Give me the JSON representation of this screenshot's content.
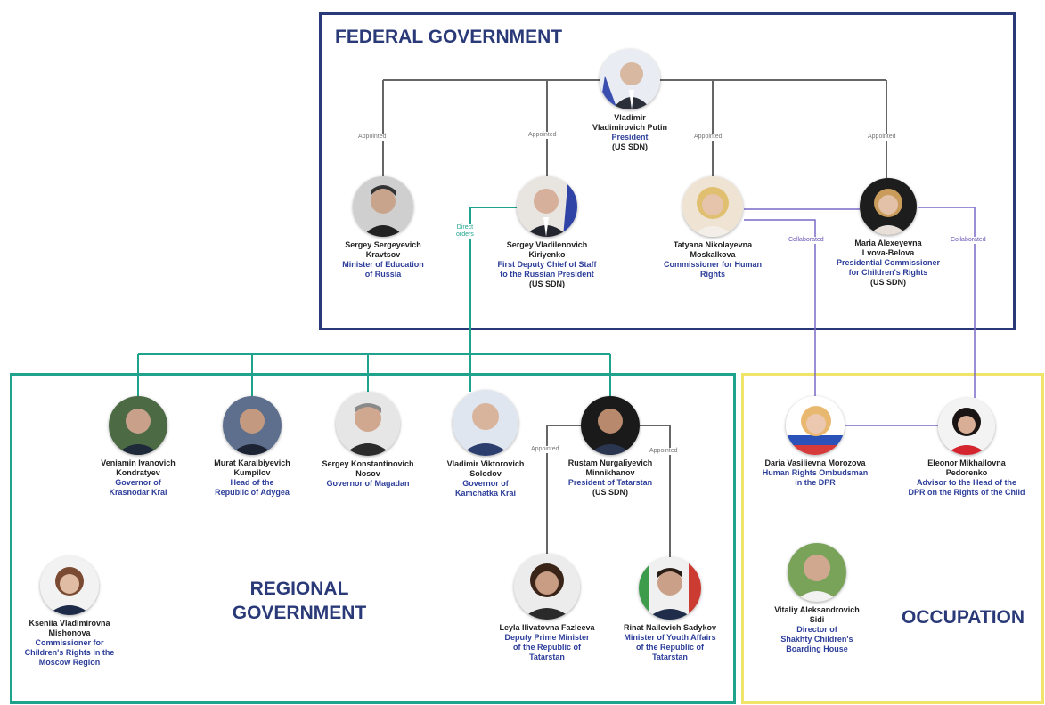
{
  "sections": {
    "federal": "FEDERAL GOVERNMENT",
    "regional": "REGIONAL\nGOVERNMENT",
    "occupation": "OCCUPATION"
  },
  "edge_labels": {
    "appointed": "Appointed",
    "collaborated": "Collaborated",
    "direct_orders": "Direct\norders"
  },
  "colors": {
    "federal_border": "#2a3a78",
    "regional_border": "#1fa38c",
    "occupation_border": "#f1e46a",
    "collab_line": "#7a68c6",
    "hierarchy_line": "#666666",
    "role_text": "#2d3e9a"
  },
  "people": {
    "putin": {
      "name": "Vladimir\nVladimirovich Putin",
      "role": "President",
      "sanction": "(US SDN)"
    },
    "kravtsov": {
      "name": "Sergey Sergeyevich\nKravtsov",
      "role": "Minister of Education\nof Russia",
      "sanction": ""
    },
    "kiriyenko": {
      "name": "Sergey Vladilenovich\nKiriyenko",
      "role": "First Deputy Chief of Staff\nto the Russian President",
      "sanction": "(US SDN)"
    },
    "moskalkova": {
      "name": "Tatyana Nikolayevna\nMoskalkova",
      "role": "Commissioner for Human\nRights",
      "sanction": ""
    },
    "lvova_belova": {
      "name": "Maria Alexeyevna\nLvova-Belova",
      "role": "Presidential Commissioner\nfor Children's Rights",
      "sanction": "(US SDN)"
    },
    "kondratyev": {
      "name": "Veniamin Ivanovich\nKondratyev",
      "role": "Governor of\nKrasnodar Krai",
      "sanction": ""
    },
    "kumpilov": {
      "name": "Murat Karalbiyevich\nKumpilov",
      "role": "Head of the\nRepublic of Adygea",
      "sanction": ""
    },
    "nosov": {
      "name": "Sergey Konstantinovich\nNosov",
      "role": "Governor of Magadan",
      "sanction": ""
    },
    "solodov": {
      "name": "Vladimir Viktorovich\nSolodov",
      "role": "Governor of\nKamchatka Krai",
      "sanction": ""
    },
    "minnikhanov": {
      "name": "Rustam Nurgalіyevich\nMinnikhanov",
      "role": "President of Tatarstan",
      "sanction": "(US SDN)"
    },
    "mishonova": {
      "name": "Kseniia Vladimirovna\nMishonova",
      "role": "Commissioner for\nChildren's Rights in the\nMoscow Region",
      "sanction": ""
    },
    "fazleeva": {
      "name": "Leyla Ilivatovna Fazleeva",
      "role": "Deputy Prime Minister\nof the Republic of\nTatarstan",
      "sanction": ""
    },
    "sadykov": {
      "name": "Rinat Nailevich Sadykov",
      "role": "Minister of Youth Affairs\nof the Republic of\nTatarstan",
      "sanction": ""
    },
    "morozova": {
      "name": "Daria Vasilievna Morozova",
      "role": "Human Rights Ombudsman\nin the DPR",
      "sanction": ""
    },
    "pedorenko": {
      "name": "Eleonor Mikhailovna\nPedorenko",
      "role": "Advisor to the Head of the\nDPR on the Rights of the Child",
      "sanction": ""
    },
    "sidi": {
      "name": "Vitaliy Aleksandrovich\nSidi",
      "role": "Director of\nShakhty Children's\nBoarding House",
      "sanction": ""
    }
  }
}
